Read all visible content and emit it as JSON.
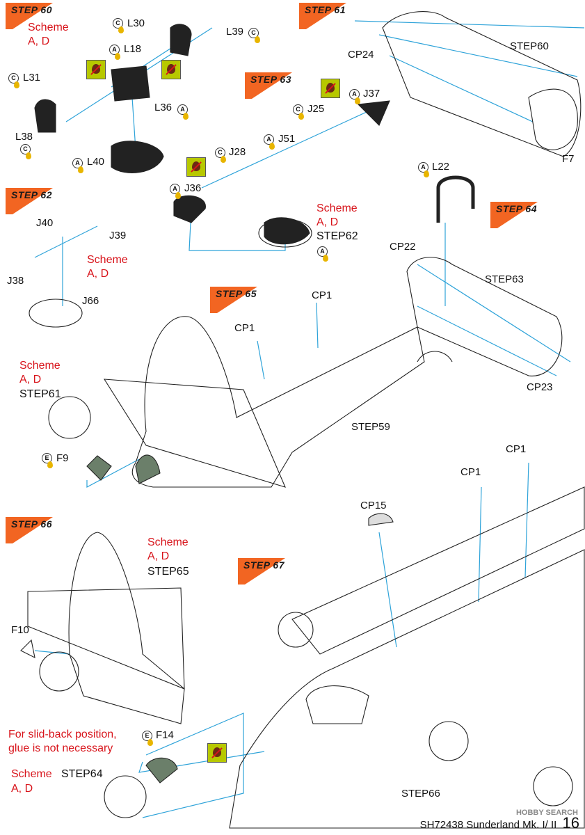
{
  "steps": {
    "s60": "STEP 60",
    "s61": "STEP 61",
    "s62": "STEP 62",
    "s63": "STEP 63",
    "s64": "STEP 64",
    "s65": "STEP 65",
    "s66": "STEP 66",
    "s67": "STEP 67"
  },
  "scheme_ad": "Scheme\nA, D",
  "parts": {
    "L30": "L30",
    "L39": "L39",
    "L18": "L18",
    "L31": "L31",
    "L36": "L36",
    "L38": "L38",
    "L40": "L40",
    "J37": "J37",
    "J25": "J25",
    "J51": "J51",
    "J28": "J28",
    "J36": "J36",
    "J40": "J40",
    "J39": "J39",
    "J38": "J38",
    "J66": "J66",
    "L22": "L22",
    "F7": "F7",
    "CP24": "CP24",
    "CP22": "CP22",
    "CP23": "CP23",
    "CP1a": "CP1",
    "CP1b": "CP1",
    "CP1c": "CP1",
    "CP1d": "CP1",
    "CP15": "CP15",
    "F9": "F9",
    "F10": "F10",
    "F14": "F14"
  },
  "refs": {
    "step60": "STEP60",
    "step62": "STEP62",
    "step63": "STEP63",
    "step59": "STEP59",
    "step61": "STEP61",
    "step65": "STEP65",
    "step64": "STEP64",
    "step66": "STEP66"
  },
  "badges": {
    "a": "A",
    "c": "C",
    "e": "E"
  },
  "note": "For slid-back position,\nglue is not necessary",
  "scheme_label": "Scheme",
  "scheme_ad_line": "A, D",
  "footer": {
    "code": "SH72438 Sunderland Mk. I/ II",
    "page": "16"
  },
  "watermark": "HOBBY SEARCH",
  "colors": {
    "accent": "#f26522",
    "leader": "#2ea3d9",
    "red": "#d8141b",
    "glue": "#e8b500"
  }
}
